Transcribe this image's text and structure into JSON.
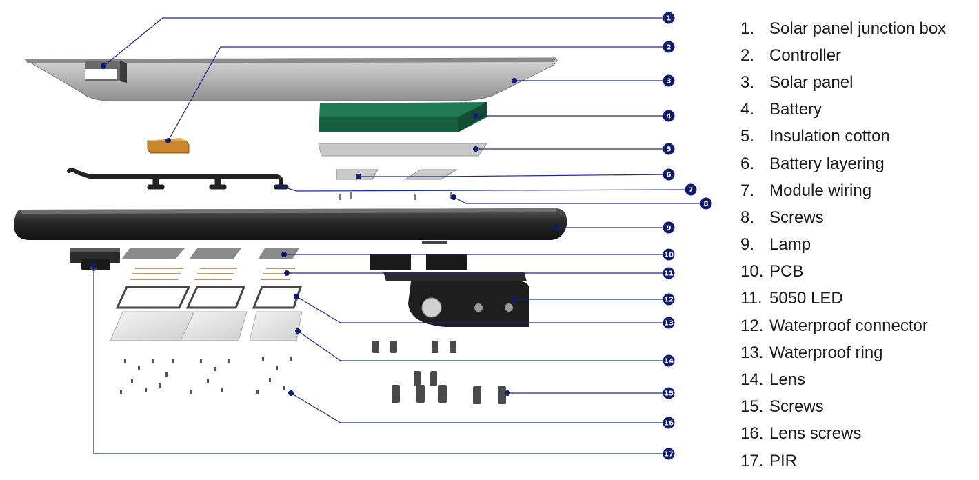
{
  "colors": {
    "leader": "#1a2a8c",
    "badge": "#0f1c6e",
    "panel": "#a9a9a9",
    "battery": "#1f7a52",
    "lamp": "#222222",
    "bracket": "#1e1e1e",
    "controller": "#c9862a"
  },
  "legend": [
    {
      "num": "1.",
      "label": "Solar panel junction box"
    },
    {
      "num": "2.",
      "label": "Controller"
    },
    {
      "num": "3.",
      "label": "Solar panel"
    },
    {
      "num": "4.",
      "label": "Battery"
    },
    {
      "num": "5.",
      "label": "Insulation cotton"
    },
    {
      "num": "6.",
      "label": "Battery layering"
    },
    {
      "num": "7.",
      "label": "Module wiring"
    },
    {
      "num": "8.",
      "label": "Screws"
    },
    {
      "num": "9.",
      "label": "Lamp"
    },
    {
      "num": "10.",
      "label": "PCB"
    },
    {
      "num": "11.",
      "label": "5050 LED"
    },
    {
      "num": "12.",
      "label": "Waterproof connector"
    },
    {
      "num": "13.",
      "label": "Waterproof ring"
    },
    {
      "num": "14.",
      "label": "Lens"
    },
    {
      "num": "15.",
      "label": "Screws"
    },
    {
      "num": "16.",
      "label": "Lens screws"
    },
    {
      "num": "17.",
      "label": "PIR"
    }
  ],
  "badges": [
    "1",
    "2",
    "3",
    "4",
    "5",
    "6",
    "7",
    "8",
    "9",
    "10",
    "11",
    "12",
    "13",
    "14",
    "15",
    "16",
    "17"
  ]
}
